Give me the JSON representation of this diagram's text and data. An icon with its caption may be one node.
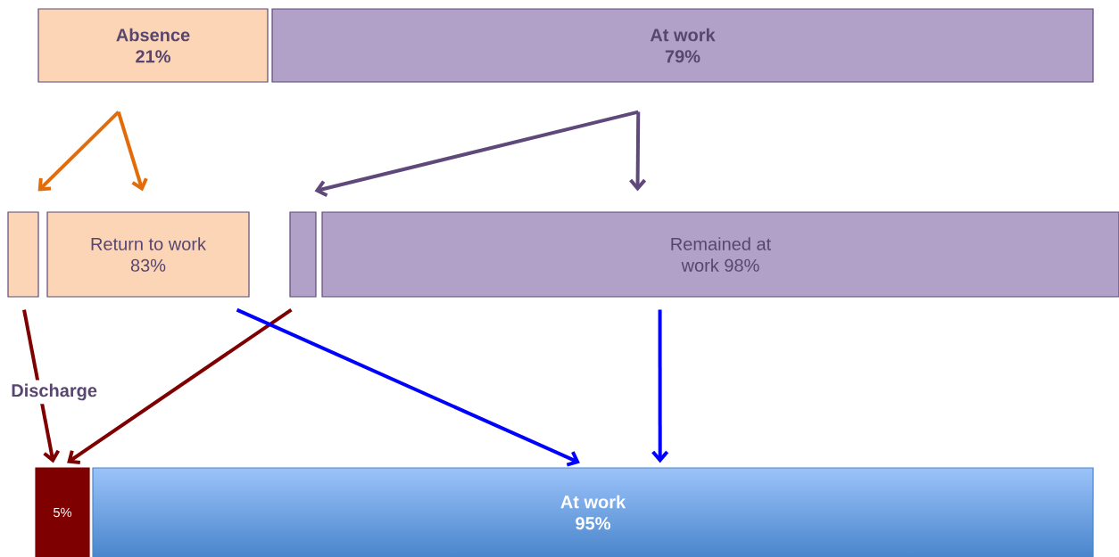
{
  "diagram": {
    "nodes": [
      {
        "text": [
          "Absence",
          "21%"
        ]
      },
      {
        "text": [
          "At work",
          "79%"
        ]
      },
      {
        "text": [],
        "shape": "bar"
      },
      {
        "text": [
          "Return to work",
          "83%"
        ]
      },
      {
        "text": [],
        "shape": "bar"
      },
      {
        "text": [
          "Remained at work 98%"
        ]
      },
      {
        "text": [
          "5%"
        ]
      },
      {
        "text": [
          "At work",
          "95%"
        ]
      }
    ],
    "edges": [
      {
        "from": 0,
        "to": 2,
        "arrow": "to",
        "color": "#e36c0a"
      },
      {
        "from": 0,
        "to": 3,
        "arrow": "to",
        "color": "#e36c0a"
      },
      {
        "from": 1,
        "to": 4,
        "arrow": "to",
        "color": "#5f497a"
      },
      {
        "from": 1,
        "to": 5,
        "arrow": "to",
        "color": "#5f497a"
      },
      {
        "from": 2,
        "to": 6,
        "arrow": "to",
        "color": "#7f0000"
      },
      {
        "from": 4,
        "to": 6,
        "arrow": "to",
        "color": "#7f0000"
      },
      {
        "from": 3,
        "to": 7,
        "arrow": "to",
        "color": "#0000ff"
      },
      {
        "from": 5,
        "to": 7,
        "arrow": "to",
        "color": "#0000ff"
      }
    ],
    "labels": [
      "Discharge"
    ]
  }
}
